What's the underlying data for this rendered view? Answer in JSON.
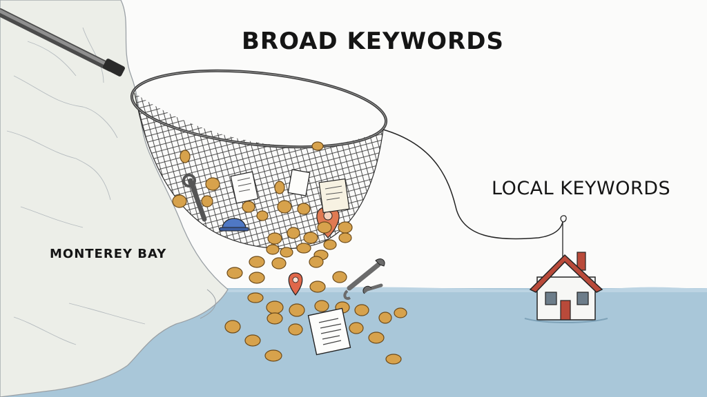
{
  "labels": {
    "broad": "BROAD KEYWORDS",
    "local": "LOCAL KEYWORDS",
    "bay": "MONTEREY BAY"
  },
  "colors": {
    "water": "#a9c7d9",
    "land": "#eeeee8",
    "coin": "#d7a24c",
    "roof": "#b94a3a",
    "pin": "#e07a52",
    "net": "#333333"
  },
  "icons": [
    "landing-net-icon",
    "coin-icon",
    "wrench-icon",
    "map-pin-icon",
    "document-icon",
    "house-icon",
    "hard-hat-icon"
  ]
}
